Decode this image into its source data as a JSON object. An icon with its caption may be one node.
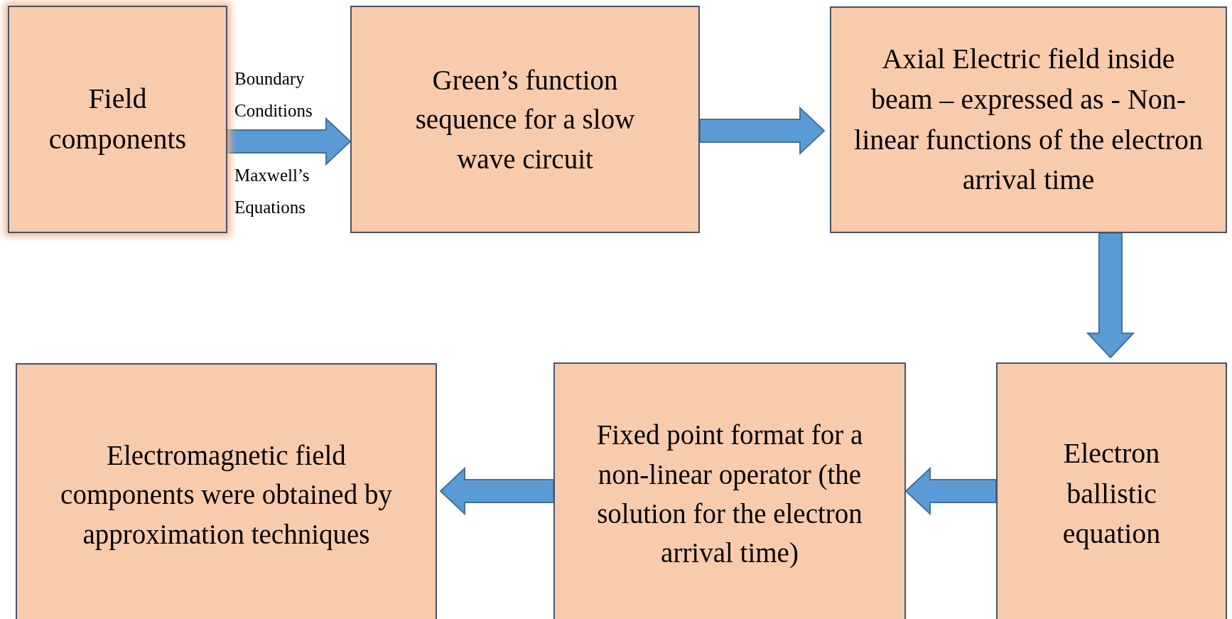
{
  "diagram": {
    "nodes": [
      {
        "text": [
          "Field components"
        ]
      },
      {
        "text": [
          "Green’s function sequence for a slow wave circuit"
        ]
      },
      {
        "text": [
          "Axial Electric field inside beam – expressed as - Non-linear functions of the electron arrival time"
        ]
      },
      {
        "text": [
          "Electron ballistic equation"
        ]
      },
      {
        "text": [
          "Fixed point format for a non-linear operator (the solution for the electron arrival time)"
        ]
      },
      {
        "text": [
          "Electromagnetic field components were obtained by approximation techniques"
        ]
      }
    ],
    "edges": [
      {
        "from": 0,
        "to": 1,
        "arrow": "to"
      },
      {
        "from": 1,
        "to": 2,
        "arrow": "to"
      },
      {
        "from": 2,
        "to": 3,
        "arrow": "to"
      },
      {
        "from": 3,
        "to": 4,
        "arrow": "to"
      },
      {
        "from": 4,
        "to": 5,
        "arrow": "to"
      }
    ],
    "labels": [
      "Boundary Conditions",
      "Maxwell’s Equations"
    ]
  }
}
